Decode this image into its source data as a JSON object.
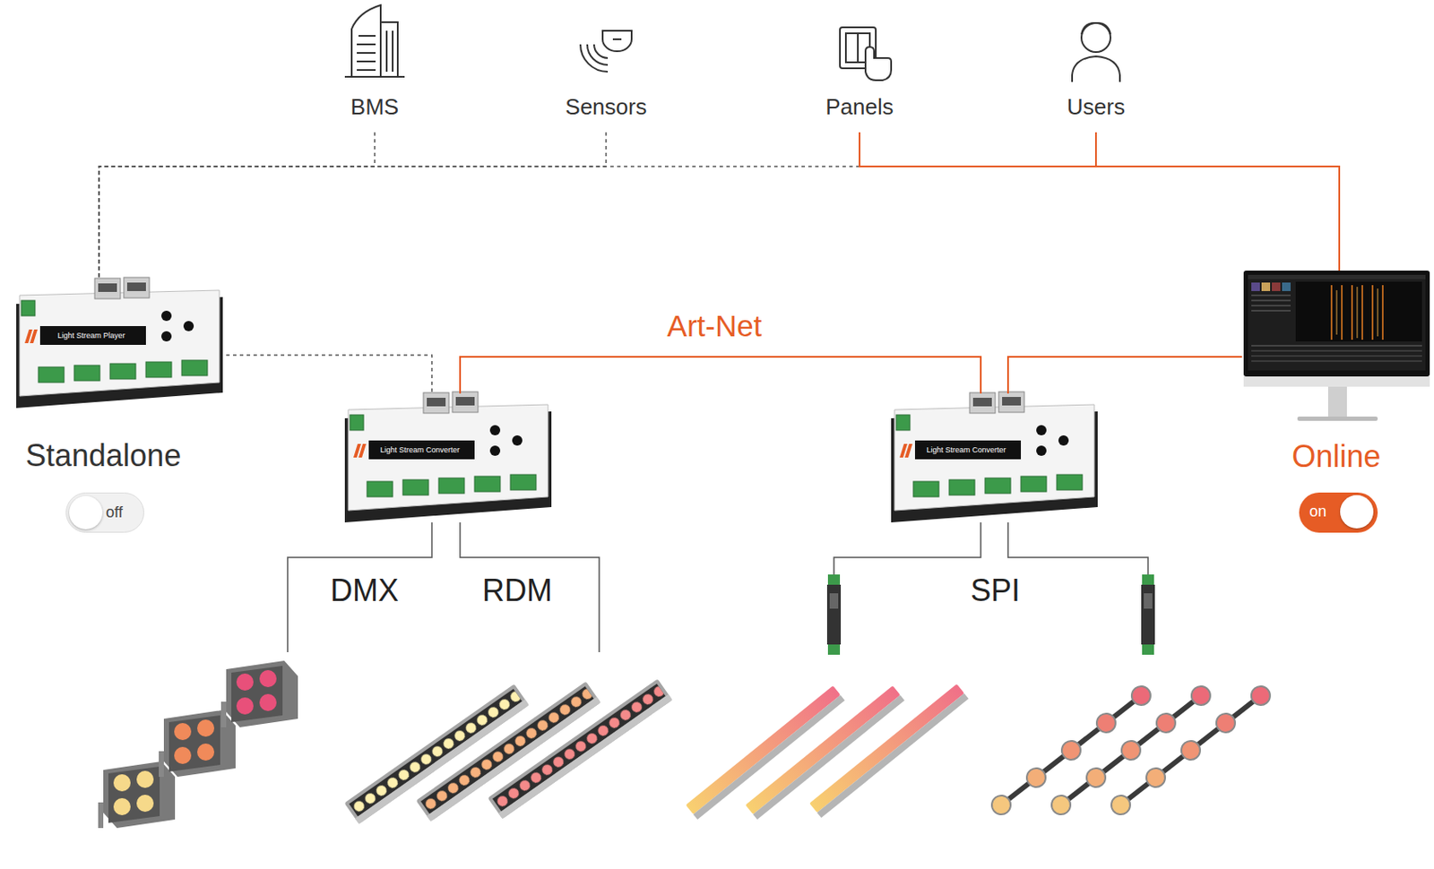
{
  "diagram": {
    "nodes": [
      {
        "text": [
          "BMS"
        ]
      },
      {
        "text": [
          "Sensors"
        ]
      },
      {
        "text": [
          "Panels"
        ]
      },
      {
        "text": [
          "Users"
        ]
      },
      {
        "text": [
          "Light Stream Player",
          "Standalone"
        ]
      },
      {
        "text": [
          "Online"
        ]
      },
      {
        "text": [
          "Light Stream Converter"
        ]
      },
      {
        "text": [
          "Light Stream Converter"
        ]
      },
      {
        "text": [
          "off"
        ]
      },
      {
        "text": [
          "on"
        ]
      }
    ],
    "edges": [
      {
        "from": 0,
        "to": 4,
        "arrow": "none"
      },
      {
        "from": 1,
        "to": 4,
        "arrow": "none"
      },
      {
        "from": 2,
        "to": 4,
        "arrow": "none"
      },
      {
        "from": 2,
        "to": 5,
        "arrow": "none"
      },
      {
        "from": 3,
        "to": 5,
        "arrow": "none"
      },
      {
        "from": 4,
        "to": 6,
        "arrow": "none"
      },
      {
        "from": 6,
        "to": 7,
        "label": "Art-Net",
        "arrow": "none"
      },
      {
        "from": 7,
        "to": 5,
        "arrow": "none"
      }
    ],
    "labels": [
      "DMX",
      "RDM",
      "SPI"
    ]
  }
}
